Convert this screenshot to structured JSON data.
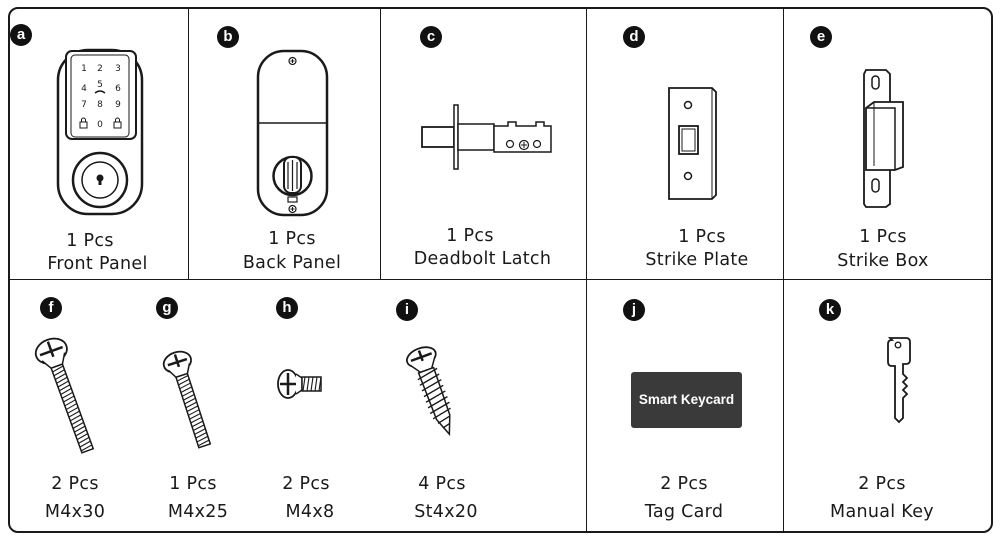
{
  "parts": [
    {
      "badge": "a",
      "qty": "1 Pcs",
      "name": "Front Panel"
    },
    {
      "badge": "b",
      "qty": "1 Pcs",
      "name": "Back Panel"
    },
    {
      "badge": "c",
      "qty": "1 Pcs",
      "name": "Deadbolt Latch"
    },
    {
      "badge": "d",
      "qty": "1 Pcs",
      "name": "Strike Plate"
    },
    {
      "badge": "e",
      "qty": "1 Pcs",
      "name": "Strike Box"
    },
    {
      "badge": "f",
      "qty": "2 Pcs",
      "name": "M4x30"
    },
    {
      "badge": "g",
      "qty": "1 Pcs",
      "name": "M4x25"
    },
    {
      "badge": "h",
      "qty": "2 Pcs",
      "name": "M4x8"
    },
    {
      "badge": "i",
      "qty": "4 Pcs",
      "name": "St4x20"
    },
    {
      "badge": "j",
      "qty": "2 Pcs",
      "name": "Tag Card"
    },
    {
      "badge": "k",
      "qty": "2 Pcs",
      "name": "Manual Key"
    }
  ],
  "keypad": {
    "keys": [
      "1",
      "2",
      "3",
      "4",
      "5",
      "6",
      "7",
      "8",
      "9",
      "0"
    ]
  },
  "tag_card": {
    "label": "Smart Keycard",
    "color": "#3a3a3a"
  },
  "colors": {
    "line": "#1a1a1a",
    "badge": "#111111"
  }
}
